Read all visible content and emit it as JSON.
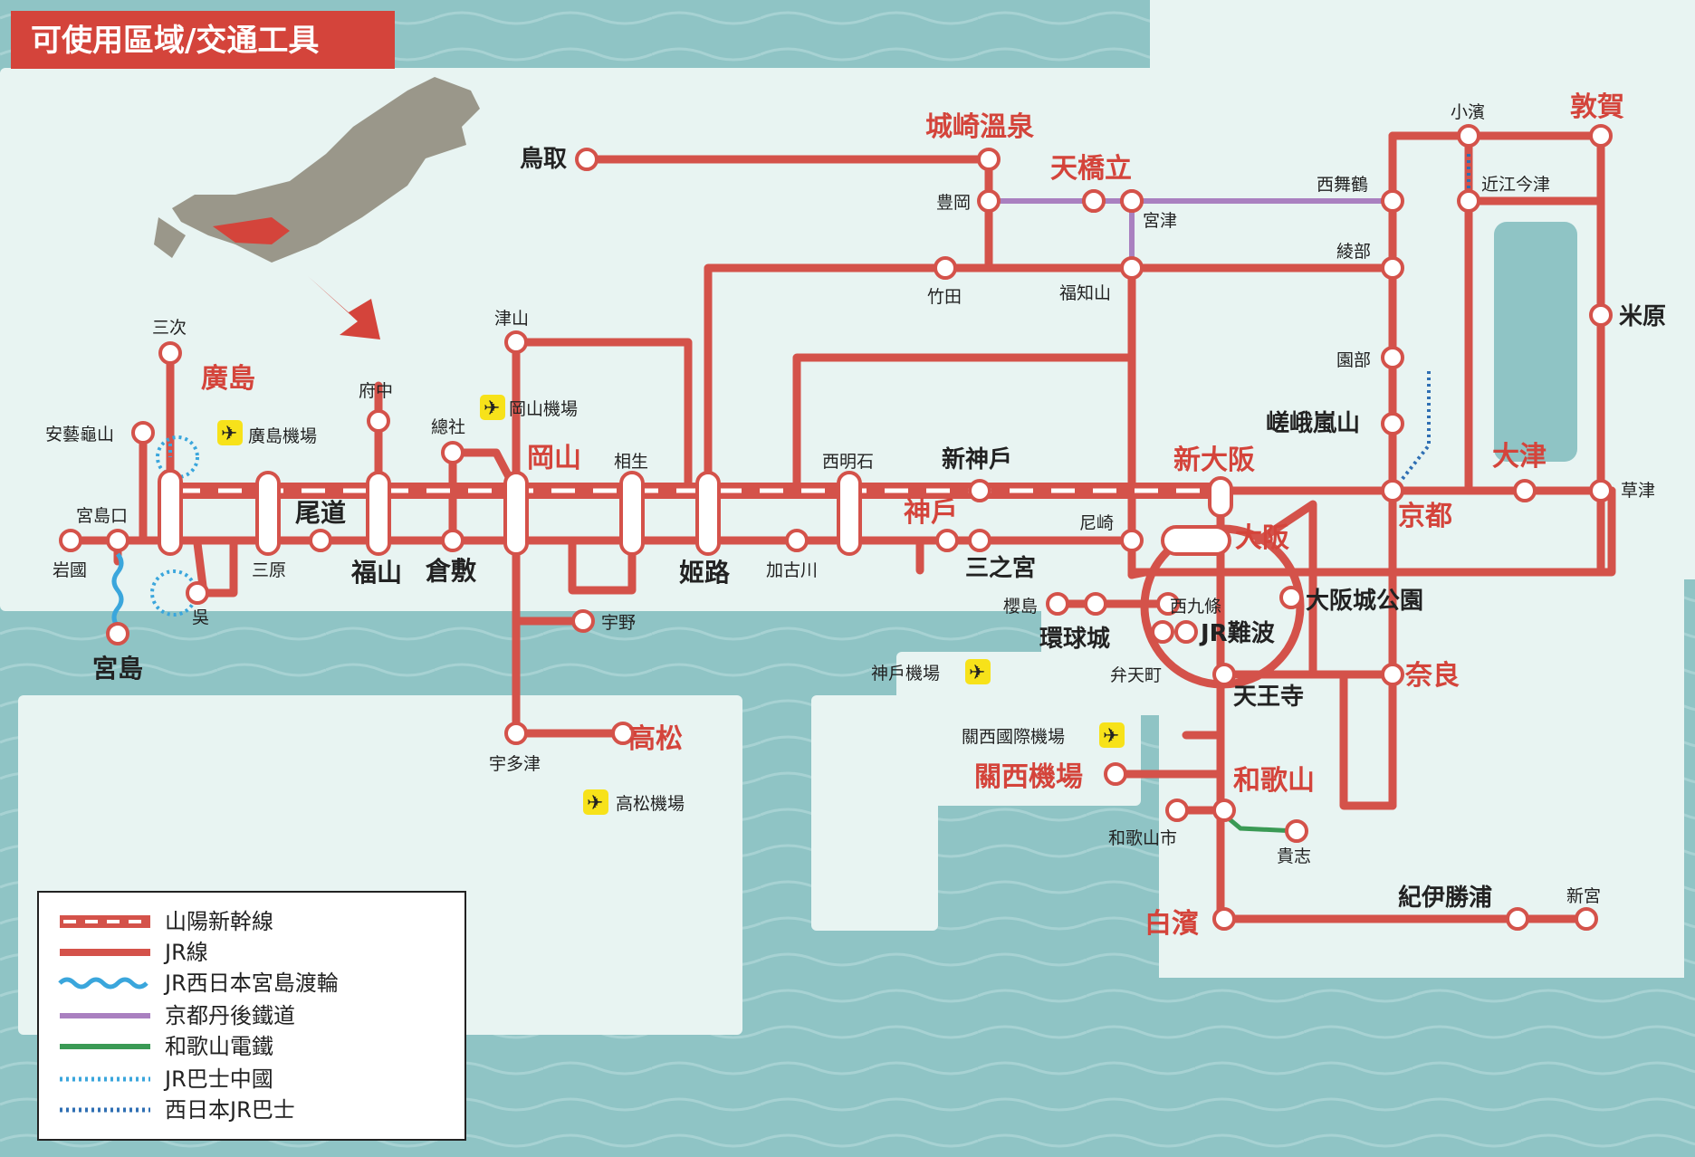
{
  "title": "可使用區域/交通工具",
  "colors": {
    "sea": "#8fc4c5",
    "land": "#e8f4f2",
    "jr_line": "#d4524a",
    "label_red": "#d4443b",
    "tango_railway": "#a980c0",
    "wakayama_railway": "#3a9a55",
    "ferry": "#3aa6dc",
    "bus": "#2f6fb3"
  },
  "stations": {
    "hiroshima": "廣島",
    "sanji": "三次",
    "akiakameyama": "安藝龜山",
    "miyajimaguchi": "宮島口",
    "iwakuni": "岩國",
    "miyajima": "宮島",
    "kure": "吳",
    "mihara": "三原",
    "onomichi": "尾道",
    "fukuyama": "福山",
    "fuchu": "府中",
    "soja": "總社",
    "kurashiki": "倉敷",
    "okayama": "岡山",
    "tsuyama": "津山",
    "aioi": "相生",
    "uno": "宇野",
    "utazu": "宇多津",
    "takamatsu": "高松",
    "himeji": "姬路",
    "kakogawa": "加古川",
    "nishiakashi": "西明石",
    "shinkobe": "新神戶",
    "kobe": "神戶",
    "sannomiya": "三之宮",
    "tottori": "鳥取",
    "kinosakionsen": "城崎溫泉",
    "toyooka": "豊岡",
    "takeda": "竹田",
    "amanohashidate": "天橋立",
    "miyazu": "宮津",
    "fukuchiyama": "福知山",
    "nishimaizuru": "西舞鶴",
    "ayabe": "綾部",
    "sonobe": "園部",
    "sagaarashiyama": "嵯峨嵐山",
    "kyoto": "京都",
    "kusatsu": "草津",
    "otsu": "大津",
    "maibara": "米原",
    "tsuruga": "敦賀",
    "obama": "小濱",
    "omiimazu": "近江今津",
    "amagasaki": "尼崎",
    "shinosaka": "新大阪",
    "osaka": "大阪",
    "osakajokoen": "大阪城公園",
    "sakurajima": "櫻島",
    "universalcity": "環球城",
    "nishikujo": "西九條",
    "jrnamba": "JR難波",
    "bentencho": "弁天町",
    "tennoji": "天王寺",
    "nara": "奈良",
    "kansaiairport": "關西機場",
    "wakayama": "和歌山",
    "wakayamashi": "和歌山市",
    "kishi": "貴志",
    "shirahama": "白濱",
    "kiikatsuura": "紀伊勝浦",
    "shingu": "新宮"
  },
  "airports": {
    "hiroshima": "廣島機場",
    "okayama": "岡山機場",
    "takamatsu": "高松機場",
    "kobe": "神戶機場",
    "kansai": "關西國際機場"
  },
  "legend": [
    {
      "label": "山陽新幹線",
      "style": "shinkansen",
      "color": "#d4524a"
    },
    {
      "label": "JR線",
      "style": "solid",
      "color": "#d4524a"
    },
    {
      "label": "JR西日本宮島渡輪",
      "style": "wave",
      "color": "#3aa6dc"
    },
    {
      "label": "京都丹後鐵道",
      "style": "solid",
      "color": "#a980c0"
    },
    {
      "label": "和歌山電鐵",
      "style": "solid",
      "color": "#3a9a55"
    },
    {
      "label": "JR巴士中國",
      "style": "dotted",
      "color": "#3aa6dc"
    },
    {
      "label": "西日本JR巴士",
      "style": "dotted",
      "color": "#2f6fb3"
    }
  ]
}
